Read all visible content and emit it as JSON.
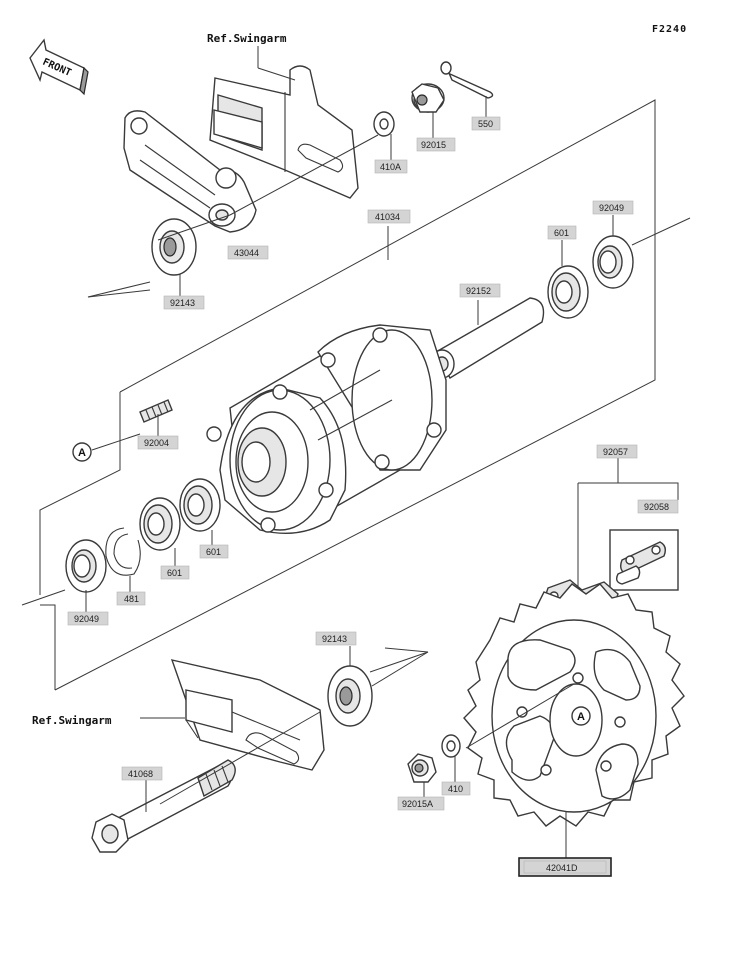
{
  "diagram_code": "F2240",
  "front_label": "FRONT",
  "ref_labels": {
    "top": "Ref.Swingarm",
    "bottom": "Ref.Swingarm"
  },
  "callout": "A",
  "parts": {
    "p550": "550",
    "p92015": "92015",
    "p410a": "410A",
    "p41034": "41034",
    "p43044": "43044",
    "p92143_top": "92143",
    "p92049_top": "92049",
    "p601_top": "601",
    "p92152": "92152",
    "p92004": "92004",
    "p601_mid": "601",
    "p601_low": "601",
    "p481": "481",
    "p92049_low": "92049",
    "p92057": "92057",
    "p92058": "92058",
    "p92143_low": "92143",
    "p41068": "41068",
    "p410": "410",
    "p92015a": "92015A",
    "p42041d": "42041D"
  }
}
